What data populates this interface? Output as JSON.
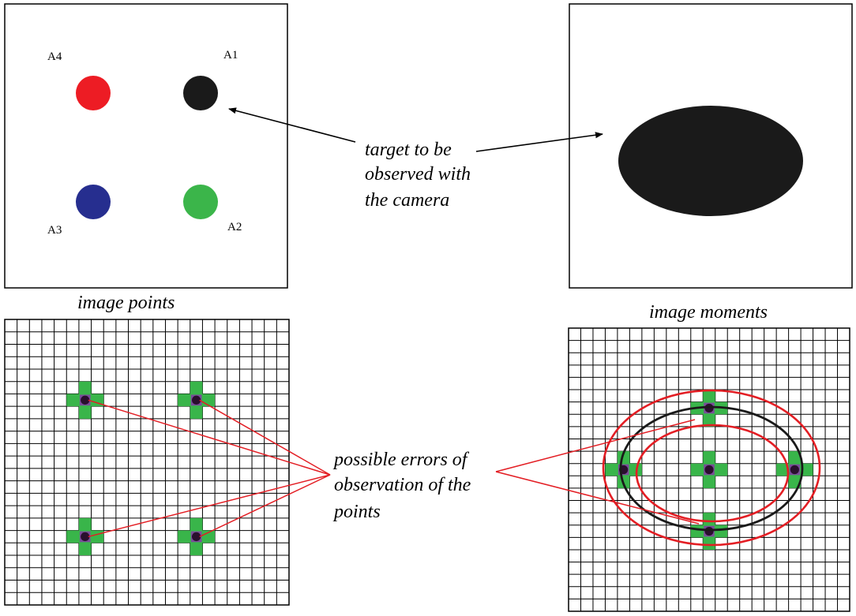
{
  "labels": {
    "a1": "A1",
    "a2": "A2",
    "a3": "A3",
    "a4": "A4",
    "target_line1": "target to be",
    "target_line2": "observed with",
    "target_line3": "the camera",
    "image_points": "image points",
    "image_moments": "image moments",
    "errors_line1": "possible errors of",
    "errors_line2": "observation of the",
    "errors_line3": "points"
  },
  "colors": {
    "point_a1": "#1a1a1a",
    "point_a2": "#3bb54a",
    "point_a3": "#262e8f",
    "point_a4": "#ed1c24",
    "cross_fill": "#39b54a",
    "center_square": "#7a4d9a",
    "center_dot": "#2a0f2e",
    "error_line": "#e31e24",
    "ellipse_outline": "#1a1a1a"
  }
}
